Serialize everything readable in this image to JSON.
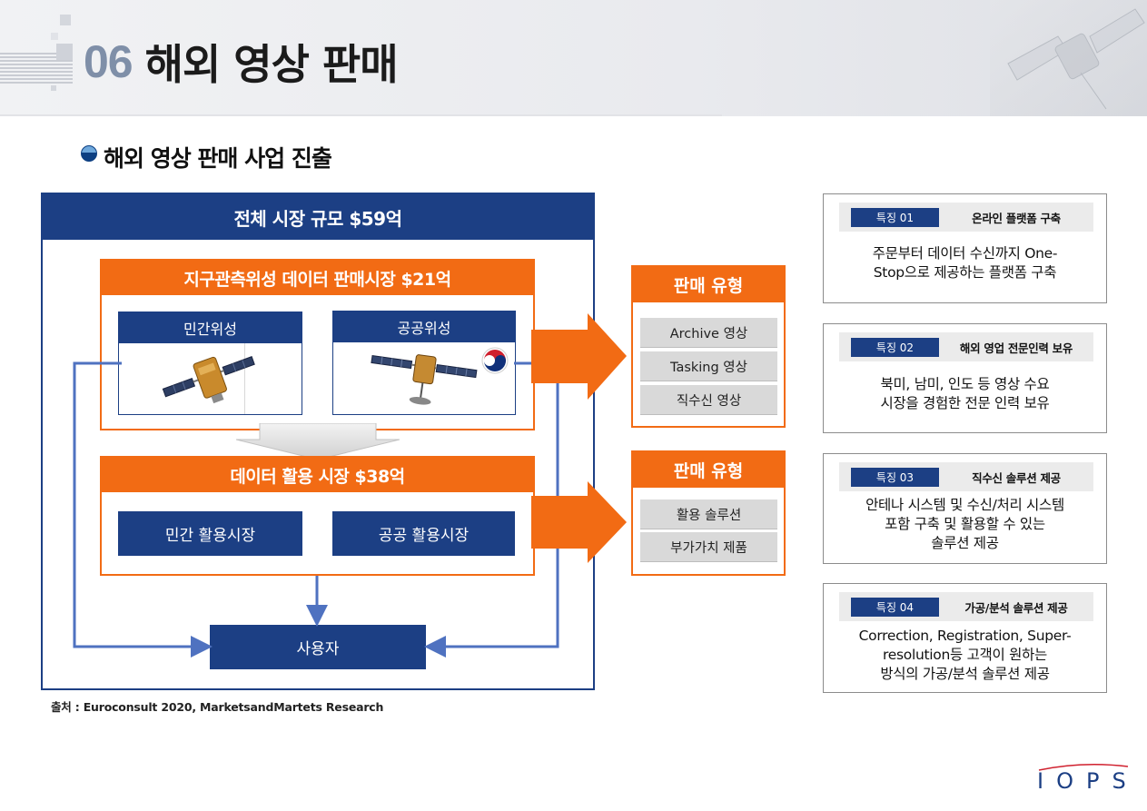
{
  "header": {
    "number": "06",
    "title": "해외 영상 판매"
  },
  "section": {
    "title": "해외 영상 판매 사업 진출"
  },
  "market": {
    "total": "전체 시장 규모 $59억",
    "earth_obs": "지구관측위성 데이터 판매시장 $21억",
    "private_sat": "민간위성",
    "public_sat": "공공위성",
    "data_use": "데이터 활용 시장 $38억",
    "private_use": "민간 활용시장",
    "public_use": "공공 활용시장",
    "user": "사용자"
  },
  "sales_types": [
    {
      "title": "판매 유형",
      "items": [
        "Archive 영상",
        "Tasking 영상",
        "직수신 영상"
      ]
    },
    {
      "title": "판매 유형",
      "items": [
        "활용 솔루션",
        "부가가치 제품"
      ]
    }
  ],
  "features": [
    {
      "badge": "특징 01",
      "name": "온라인 플랫폼 구축",
      "desc": [
        "주문부터 데이터 수신까지 One-",
        "Stop으로 제공하는 플랫폼 구축"
      ]
    },
    {
      "badge": "특징 02",
      "name": "해외 영업 전문인력 보유",
      "desc": [
        "북미, 남미, 인도 등 영상 수요",
        "시장을 경험한 전문 인력 보유"
      ]
    },
    {
      "badge": "특징 03",
      "name": "직수신 솔루션 제공",
      "desc": [
        "안테나 시스템 및 수신/처리 시스템",
        "포함 구축 및 활용할 수 있는",
        "솔루션 제공"
      ]
    },
    {
      "badge": "특징 04",
      "name": "가공/분석 솔루션 제공",
      "desc": [
        "Correction, Registration, Super-",
        "resolution등 고객이 원하는",
        "방식의 가공/분석 솔루션 제공"
      ]
    }
  ],
  "source_note": "출처 : Euroconsult 2020, MarketsandMartets Research",
  "logo": "IOPS",
  "colors": {
    "navy": "#1c3f84",
    "orange": "#f26b14",
    "flow_line": "#4f72c0",
    "item_gray": "#d9d9d9"
  },
  "icons": [
    "satellite-photo",
    "korea-taegeuk-emblem",
    "arrow-right-big",
    "arrow-down-chevron"
  ]
}
